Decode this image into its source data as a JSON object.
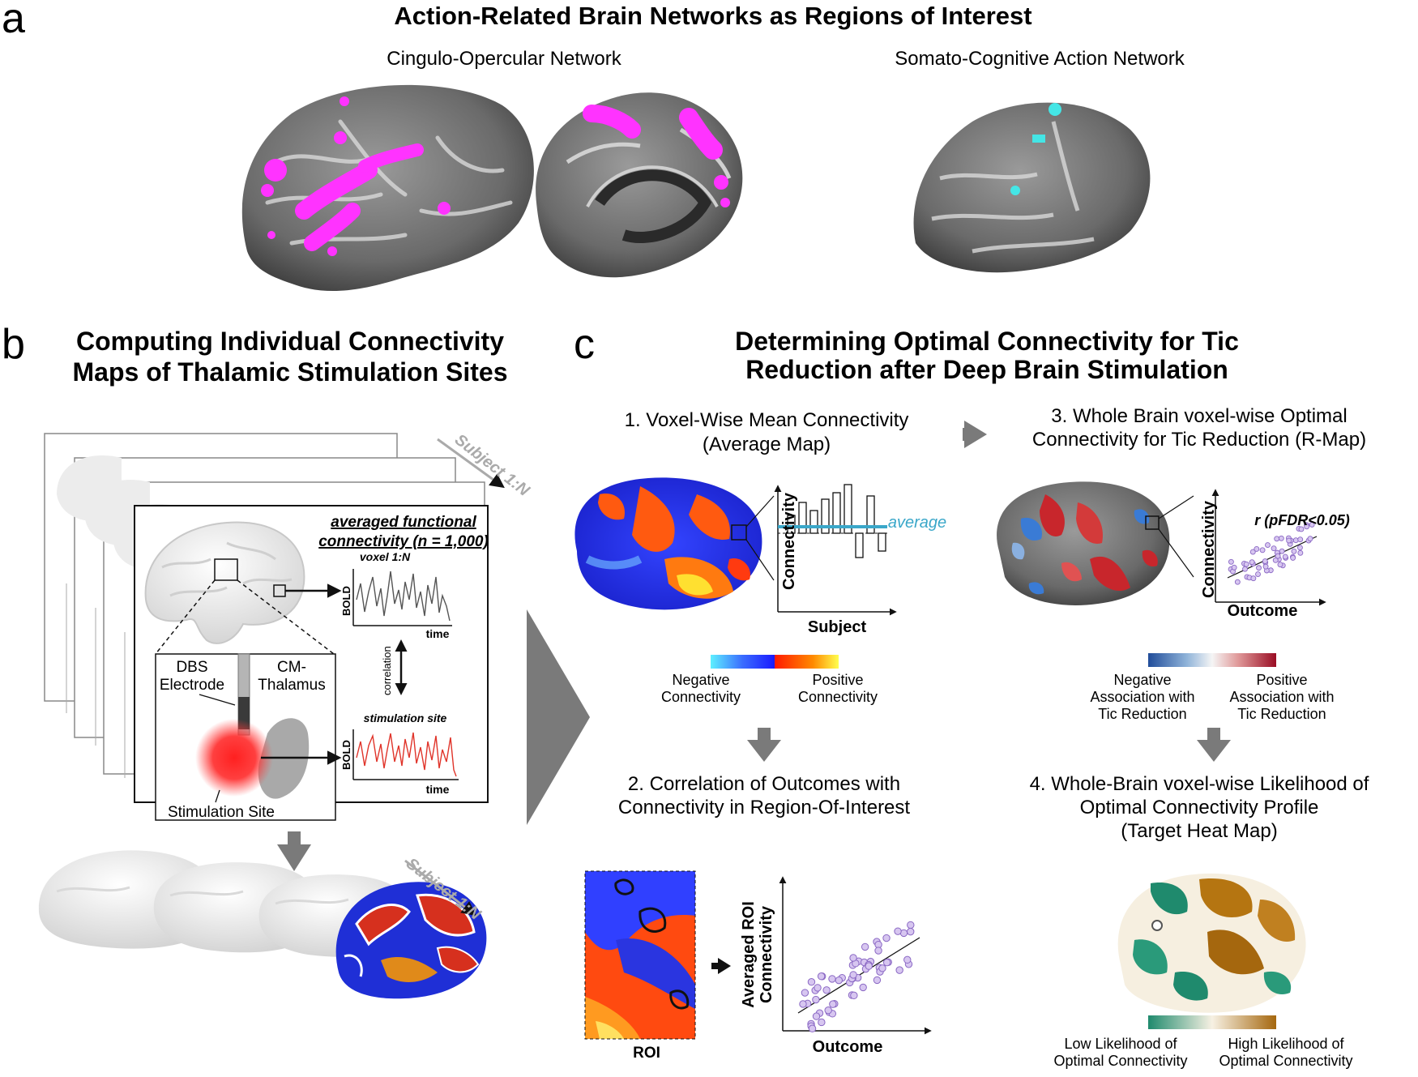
{
  "panel_a": {
    "letter": "a",
    "title": "Action-Related Brain Networks as Regions of Interest",
    "network_1": "Cingulo-Opercular Network",
    "network_2": "Somato-Cognitive Action Network"
  },
  "panel_b": {
    "letter": "b",
    "title_line1": "Computing Individual Connectivity",
    "title_line2": "Maps of Thalamic Stimulation Sites",
    "subject_label": "Subject 1:N",
    "inset_title_line1": "averaged functional",
    "inset_title_line2": "connectivity (n = 1,000)",
    "voxel_label": "voxel 1:N",
    "bold_label": "BOLD",
    "time_label": "time",
    "correlation_label": "correlation",
    "stim_site_label": "stimulation site",
    "dbs_line1": "DBS",
    "dbs_line2": "Electrode",
    "cm_line1": "CM-",
    "cm_line2": "Thalamus",
    "stimulation_site": "Stimulation Site"
  },
  "panel_c": {
    "letter": "c",
    "title_line1": "Determining Optimal Connectivity for Tic",
    "title_line2": "Reduction after Deep Brain Stimulation",
    "step1_line1": "1. Voxel-Wise Mean Connectivity",
    "step1_line2": "(Average Map)",
    "step1_ylabel": "Connectivity",
    "step1_xlabel": "Subject",
    "step1_average": "average",
    "cbar1_neg_line1": "Negative",
    "cbar1_neg_line2": "Connectivity",
    "cbar1_pos_line1": "Positive",
    "cbar1_pos_line2": "Connectivity",
    "step2_line1": "2. Correlation of Outcomes with",
    "step2_line2": "Connectivity in Region-Of-Interest",
    "roi_label": "ROI",
    "step2_ylabel_line1": "Averaged ROI",
    "step2_ylabel_line2": "Connectivity",
    "step2_xlabel": "Outcome",
    "step3_line1": "3. Whole Brain voxel-wise Optimal",
    "step3_line2": "Connectivity for Tic Reduction (R-Map)",
    "step3_ylabel": "Connectivity",
    "step3_xlabel": "Outcome",
    "step3_r": "r (pFDR<0.05)",
    "cbar2_neg_line1": "Negative",
    "cbar2_neg_line2": "Association with",
    "cbar2_neg_line3": "Tic Reduction",
    "cbar2_pos_line1": "Positive",
    "cbar2_pos_line2": "Association with",
    "cbar2_pos_line3": "Tic Reduction",
    "step4_line1": "4. Whole-Brain voxel-wise Likelihood of",
    "step4_line2": "Optimal Connectivity Profile",
    "step4_line3": "(Target Heat Map)",
    "cbar3_low_line1": "Low Likelihood of",
    "cbar3_low_line2": "Optimal Connectivity",
    "cbar3_high_line1": "High Likelihood of",
    "cbar3_high_line2": "Optimal Connectivity"
  },
  "colors": {
    "magenta": "#ff33ff",
    "cyan": "#44e6e6",
    "avg_line": "#3aa7c9",
    "scatter": "#a98bd6",
    "arrow_gray": "#7a7a7a"
  },
  "icons": [
    "brain-surface-icon",
    "arrow-right-icon",
    "arrow-down-icon"
  ]
}
